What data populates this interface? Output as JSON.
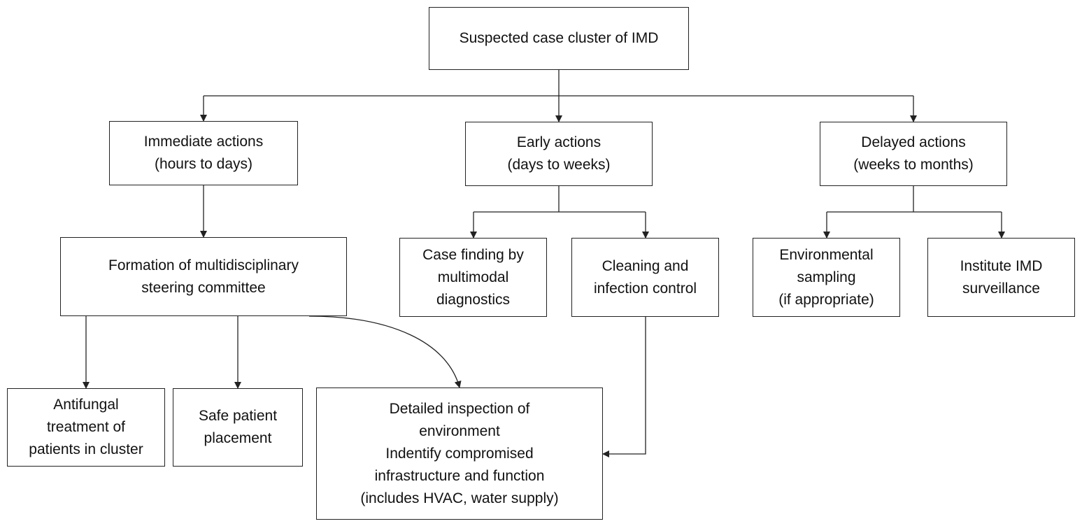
{
  "nodes": {
    "root": {
      "lines": [
        "Suspected case cluster of IMD"
      ]
    },
    "immediate": {
      "lines": [
        "Immediate actions",
        "(hours to days)"
      ]
    },
    "early": {
      "lines": [
        "Early actions",
        "(days to weeks)"
      ]
    },
    "delayed": {
      "lines": [
        "Delayed actions",
        "(weeks to months)"
      ]
    },
    "steering": {
      "lines": [
        "Formation of multidisciplinary",
        "steering committee"
      ]
    },
    "casefinding": {
      "lines": [
        "Case finding by",
        "multimodal",
        "diagnostics"
      ]
    },
    "cleaning": {
      "lines": [
        "Cleaning and",
        "infection control"
      ]
    },
    "envsampling": {
      "lines": [
        "Environmental",
        "sampling",
        "(if appropriate)"
      ]
    },
    "surveillance": {
      "lines": [
        "Institute IMD",
        "surveillance"
      ]
    },
    "antifungal": {
      "lines": [
        "Antifungal",
        "treatment of",
        "patients in cluster"
      ]
    },
    "placement": {
      "lines": [
        "Safe patient",
        "placement"
      ]
    },
    "inspection": {
      "lines": [
        "Detailed inspection of",
        "environment",
        "Indentify compromised",
        "infrastructure and function",
        "(includes HVAC, water supply)"
      ]
    }
  },
  "colors": {
    "line": "#222222",
    "border": "#222222",
    "background": "#ffffff"
  }
}
